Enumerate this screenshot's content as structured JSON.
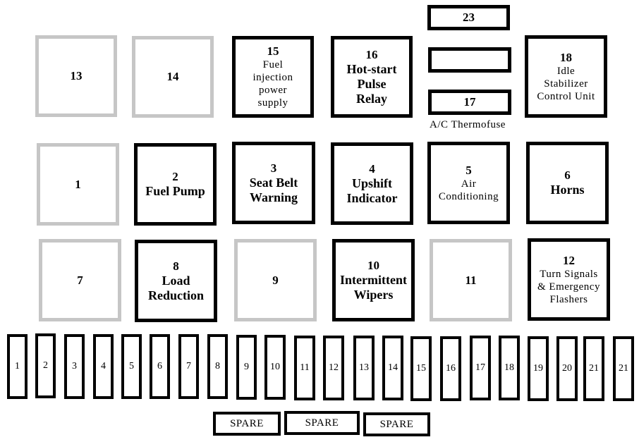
{
  "relays": {
    "r13": {
      "num": "13"
    },
    "r14": {
      "num": "14"
    },
    "r15": {
      "num": "15",
      "lines": [
        "Fuel",
        "injection",
        "power",
        "supply"
      ]
    },
    "r16": {
      "num": "16",
      "lines": [
        "Hot-start",
        "Pulse",
        "Relay"
      ]
    },
    "r23": {
      "num": "23"
    },
    "r17": {
      "num": "17",
      "caption": "A/C Thermofuse"
    },
    "r18": {
      "num": "18",
      "lines": [
        "Idle",
        "Stabilizer",
        "Control Unit"
      ]
    },
    "r1": {
      "num": "1"
    },
    "r2": {
      "num": "2",
      "lines": [
        "Fuel Pump"
      ]
    },
    "r3": {
      "num": "3",
      "lines": [
        "Seat Belt",
        "Warning"
      ]
    },
    "r4": {
      "num": "4",
      "lines": [
        "Upshift",
        "Indicator"
      ]
    },
    "r5": {
      "num": "5",
      "lines": [
        "Air",
        "Conditioning"
      ]
    },
    "r6": {
      "num": "6",
      "lines": [
        "Horns"
      ]
    },
    "r7": {
      "num": "7"
    },
    "r8": {
      "num": "8",
      "lines": [
        "Load",
        "Reduction"
      ]
    },
    "r9": {
      "num": "9"
    },
    "r10": {
      "num": "10",
      "lines": [
        "Intermittent",
        "Wipers"
      ]
    },
    "r11": {
      "num": "11"
    },
    "r12": {
      "num": "12",
      "lines": [
        "Turn Signals",
        "& Emergency",
        "Flashers"
      ]
    }
  },
  "fuses": [
    "1",
    "2",
    "3",
    "4",
    "5",
    "6",
    "7",
    "8",
    "9",
    "10",
    "11",
    "12",
    "13",
    "14",
    "15",
    "16",
    "17",
    "18",
    "19",
    "20",
    "21",
    "21"
  ],
  "spares": [
    "SPARE",
    "SPARE",
    "SPARE"
  ]
}
